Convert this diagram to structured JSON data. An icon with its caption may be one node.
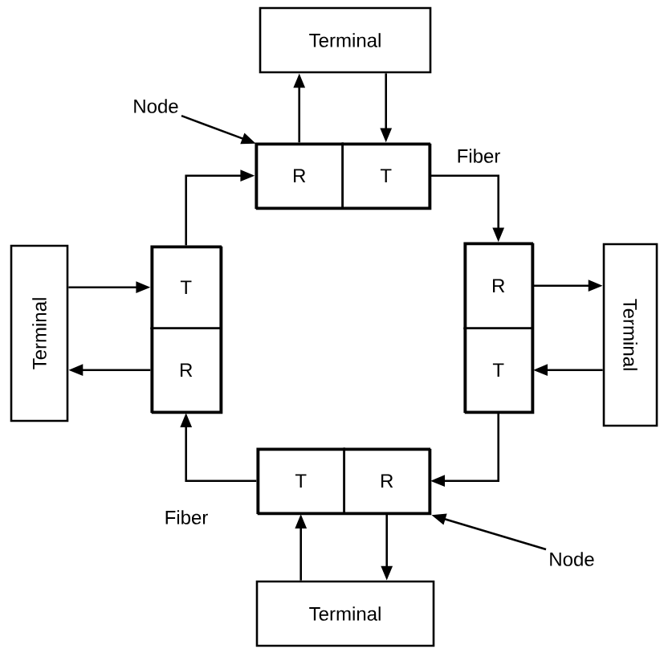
{
  "diagram": {
    "nodes": [
      {
        "text": [
          "Terminal"
        ]
      },
      {
        "text": [],
        "shape": "box"
      },
      {
        "text": [
          "R"
        ],
        "in": 1
      },
      {
        "text": [
          "T"
        ],
        "in": 1
      },
      {
        "text": [
          "Terminal"
        ]
      },
      {
        "text": [],
        "shape": "box"
      },
      {
        "text": [
          "T"
        ],
        "in": 5
      },
      {
        "text": [
          "R"
        ],
        "in": 5
      },
      {
        "text": [],
        "shape": "box"
      },
      {
        "text": [
          "R"
        ],
        "in": 8
      },
      {
        "text": [
          "T"
        ],
        "in": 8
      },
      {
        "text": [
          "Terminal"
        ]
      },
      {
        "text": [],
        "shape": "box"
      },
      {
        "text": [
          "T"
        ],
        "in": 12
      },
      {
        "text": [
          "R"
        ],
        "in": 12
      },
      {
        "text": [
          "Terminal"
        ]
      },
      {
        "text": [
          "Node"
        ]
      },
      {
        "text": [
          "Node"
        ]
      }
    ],
    "edges": [
      {
        "from": 2,
        "to": 0,
        "arrow": "to"
      },
      {
        "from": 0,
        "to": 3,
        "arrow": "to"
      },
      {
        "from": 3,
        "to": 9,
        "arrow": "to"
      },
      {
        "from": 9,
        "to": 11,
        "arrow": "to"
      },
      {
        "from": 11,
        "to": 10,
        "arrow": "to"
      },
      {
        "from": 10,
        "to": 14,
        "arrow": "to"
      },
      {
        "from": 14,
        "to": 15,
        "arrow": "to"
      },
      {
        "from": 15,
        "to": 13,
        "arrow": "to"
      },
      {
        "from": 13,
        "to": 7,
        "arrow": "to"
      },
      {
        "from": 7,
        "to": 4,
        "arrow": "to"
      },
      {
        "from": 4,
        "to": 6,
        "arrow": "to"
      },
      {
        "from": 6,
        "to": 2,
        "arrow": "to"
      },
      {
        "from": 16,
        "to": 1,
        "arrow": "to"
      },
      {
        "from": 17,
        "to": 12,
        "arrow": "to"
      }
    ],
    "labels": [
      "Fiber",
      "Fiber"
    ]
  }
}
